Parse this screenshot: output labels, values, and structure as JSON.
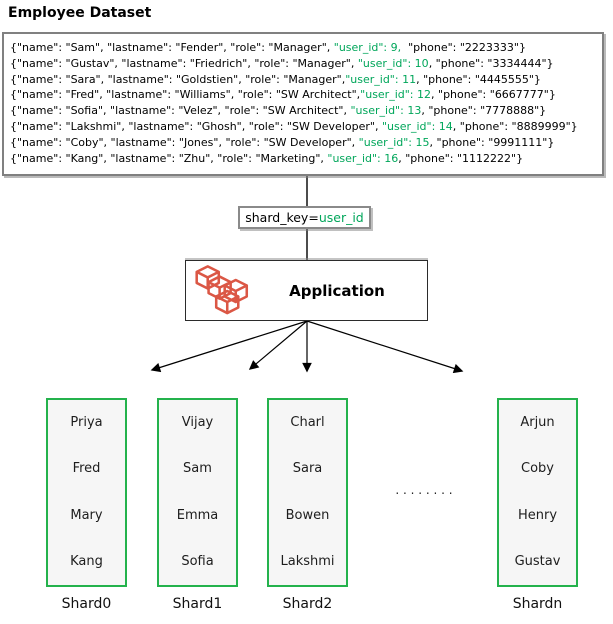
{
  "title": "Employee Dataset",
  "dataset": {
    "lines": [
      {
        "prefix": "{\"name\": \"Sam\", \"lastname\": \"Fender\", \"role\": \"Manager\", ",
        "key": "\"user_id\": 9,",
        "suffix": "  \"phone\": \"2223333\"}"
      },
      {
        "prefix": "{\"name\": \"Gustav\", \"lastname\": \"Friedrich\", \"role\": \"Manager\", ",
        "key": "\"user_id\": 10",
        "suffix": ", \"phone\": \"3334444\"}"
      },
      {
        "prefix": "{\"name\": \"Sara\", \"lastname\": \"Goldstien\", \"role\": \"Manager\",",
        "key": "\"user_id\": 11",
        "suffix": ", \"phone\": \"4445555\"}"
      },
      {
        "prefix": "{\"name\": \"Fred\", \"lastname\": \"Williams\", \"role\": \"SW Architect\",",
        "key": "\"user_id\": 12",
        "suffix": ", \"phone\": \"6667777\"}"
      },
      {
        "prefix": "{\"name\": \"Sofia\", \"lastname\": \"Velez\", \"role\": \"SW Architect\", ",
        "key": "\"user_id\": 13",
        "suffix": ", \"phone\": \"7778888\"}"
      },
      {
        "prefix": "{\"name\": \"Lakshmi\", \"lastname\": \"Ghosh\", \"role\": \"SW Developer\", ",
        "key": "\"user_id\": 14",
        "suffix": ", \"phone\": \"8889999\"}"
      },
      {
        "prefix": "{\"name\": \"Coby\", \"lastname\": \"Jones\", \"role\": \"SW Developer\", ",
        "key": "\"user_id\": 15",
        "suffix": ", \"phone\": \"9991111\"}"
      },
      {
        "prefix": "{\"name\": \"Kang\", \"lastname\": \"Zhu\", \"role\": \"Marketing\", ",
        "key": "\"user_id\": 16",
        "suffix": ", \"phone\": \"1112222\"}"
      }
    ]
  },
  "shard_key": {
    "prefix": "shard_key=",
    "key": "user_id"
  },
  "application": {
    "label": "Application",
    "icon": "cubes-icon"
  },
  "shards": [
    {
      "label": "Shard0",
      "names": [
        "Priya",
        "Fred",
        "Mary",
        "Kang"
      ]
    },
    {
      "label": "Shard1",
      "names": [
        "Vijay",
        "Sam",
        "Emma",
        "Sofia"
      ]
    },
    {
      "label": "Shard2",
      "names": [
        "Charl",
        "Sara",
        "Bowen",
        "Lakshmi"
      ]
    },
    {
      "label": "Shardn",
      "names": [
        "Arjun",
        "Coby",
        "Henry",
        "Gustav"
      ]
    }
  ],
  "ellipsis": ". . . . . . . .",
  "colors": {
    "user_id_green": "#00A65A",
    "shard_border_green": "#24B24C",
    "icon_red": "#DB5745",
    "box_border_gray": "#808080"
  }
}
